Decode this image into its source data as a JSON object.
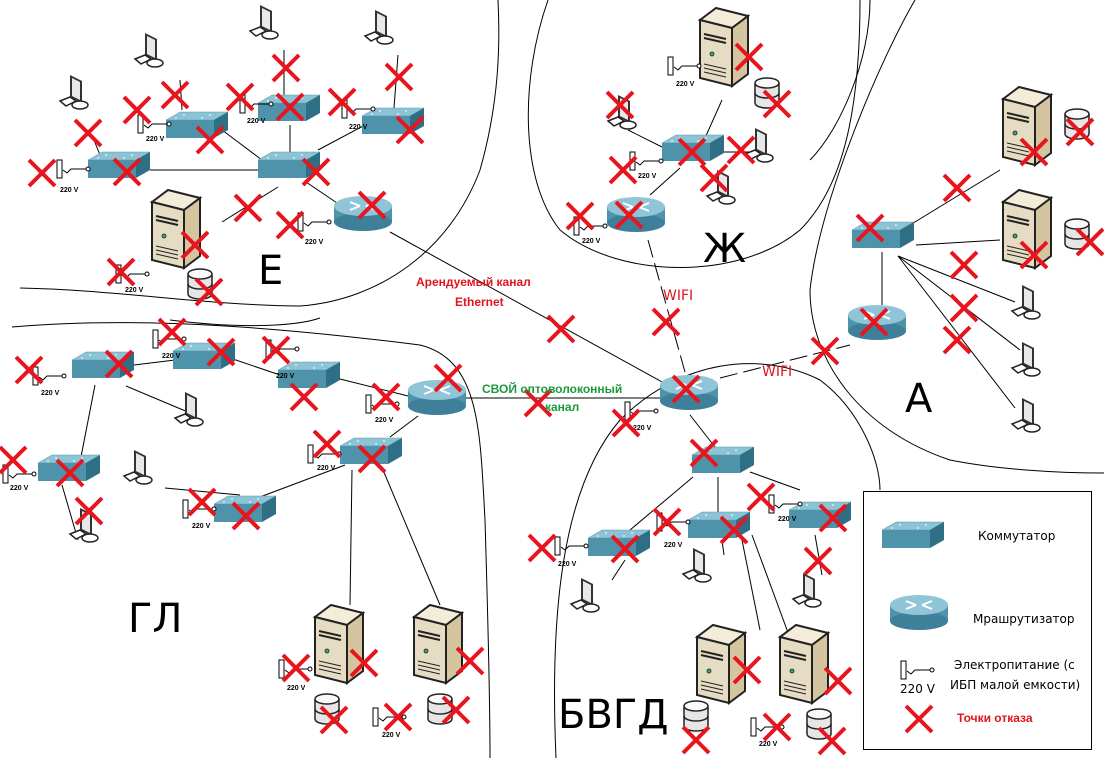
{
  "zones": {
    "e": "Е",
    "zh": "Ж",
    "a": "А",
    "gl": "ГЛ",
    "bvgd": "БВГД"
  },
  "links": {
    "leased": [
      "Арендуемый канал",
      "Ethernet"
    ],
    "fiber": [
      "СВОЙ оптоволоконный",
      "канал"
    ],
    "wifi_top": "WIFI",
    "wifi_right": "WIFI"
  },
  "power_label": "220 V",
  "legend": {
    "switch": "Коммутатор",
    "router": "Мрашрутизатор",
    "power_line1": "Электропитание (с",
    "power_line2": "ИБП малой емкости)",
    "power_volt": "220 V",
    "failure": "Точки отказа"
  },
  "colors": {
    "failure_mark": "#e8141e",
    "device_blue": "#4f93aa",
    "server_beige": "#e6dcc4",
    "leased_text": "#e0141e",
    "fiber_text": "#1a9a3c"
  }
}
